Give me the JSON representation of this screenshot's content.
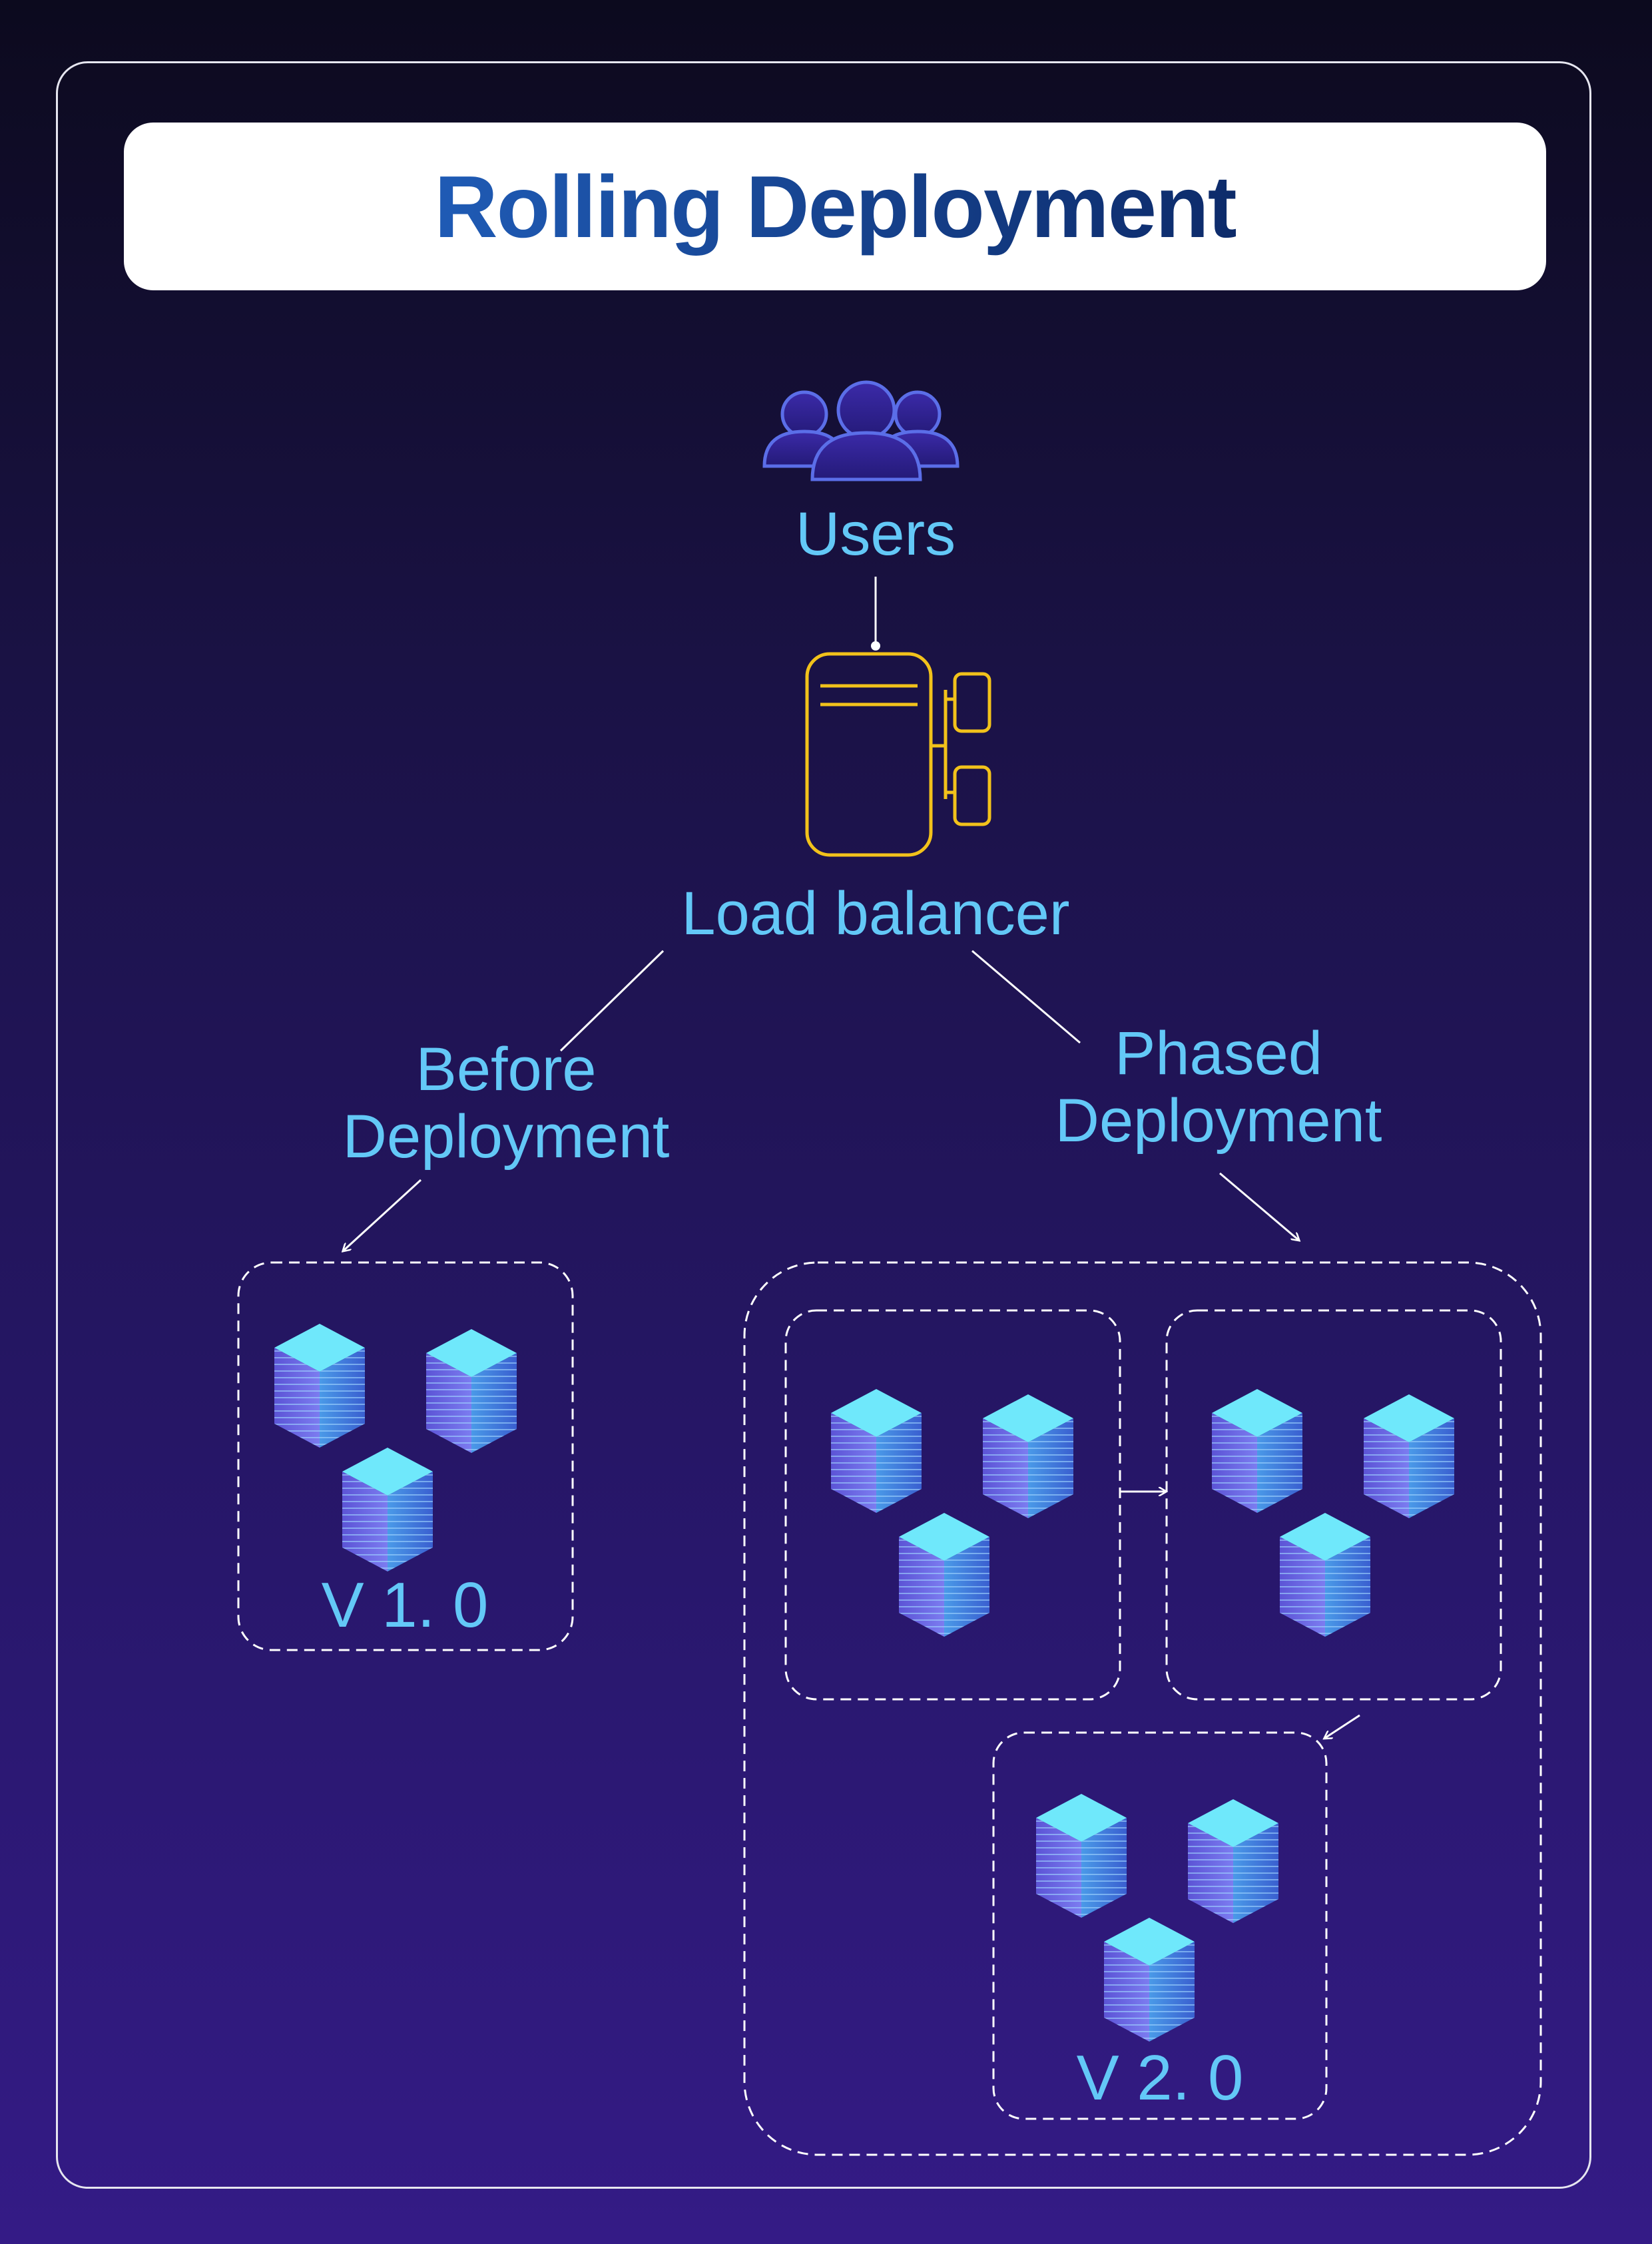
{
  "title": "Rolling Deployment",
  "nodes": {
    "users": "Users",
    "load_balancer": "Load balancer",
    "before": "Before\nDeployment",
    "phased": "Phased\nDeployment"
  },
  "versions": {
    "old": "V 1. 0",
    "new": "V 2. 0"
  },
  "colors": {
    "label": "#63c8f7",
    "server_outline": "#f2c21b",
    "users_icon": "#5b6ee8",
    "cube_top": "#6fe8fb"
  },
  "icons": [
    "users-icon",
    "load-balancer-icon",
    "server-cube-icon"
  ]
}
